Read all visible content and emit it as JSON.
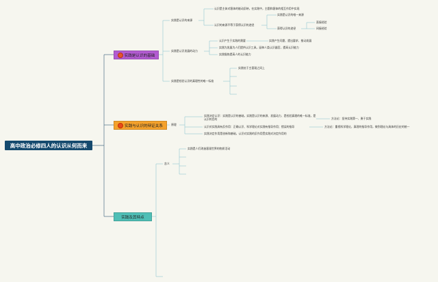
{
  "root": {
    "label": "高中政治必修四人的认识从何而来"
  },
  "branches": [
    {
      "label": "实践是认识的基础",
      "children": [
        {
          "label": "实践是认识的来源"
        },
        {
          "label": "实践是认识发展的动力"
        },
        {
          "label": "实践是检验认识的真理性的唯一标准"
        }
      ]
    },
    {
      "label": "实践与认识的辩证关系",
      "children": [
        {
          "label": "原理"
        }
      ]
    },
    {
      "label": "实践及其特点",
      "children": [
        {
          "label": "含义"
        }
      ]
    }
  ],
  "leaves": {
    "source_1": "认识是主体对客体的能动反映，在实践中，主题和客体的相互作用中实现",
    "source_2": "认识的来源不等于获得认识的途径",
    "source_2a": "实践是认识的唯一来源",
    "source_2b": "获得认识的途径",
    "source_2b_i": "直接经验",
    "source_2b_ii": "间接经验",
    "dyn_1": "认识产生于实践的需要",
    "dyn_1a": "实践产生问题、提出要求、推动发展",
    "dyn_2": "实践为发展为人们提供认识工具，延伸人类认识器官，提高认识能力",
    "dyn_3": "实践锻炼提高人的认识能力",
    "test_1": "实践处于主客观之间上",
    "rel_1": "实践决定认识：实践是认识的基础，实践是认识的来源、发展动力、是检验真理的唯一标准，是认识的目的",
    "rel_1a": "方法论：坚持实践第一、勇于实践",
    "rel_2": "认识对实践具有反作用：正确认识、科学理论对实践有指导作用；错误的指导",
    "rel_2a": "方法论：重视科学理论，真理的指导作用，做到理论与具体的历史的统一",
    "rel_3": "实践决定作用是创新和基础，认识对实践的反作用受实践对决定作用的",
    "def_1": "实践是人们改造客观世界的物质活动"
  }
}
